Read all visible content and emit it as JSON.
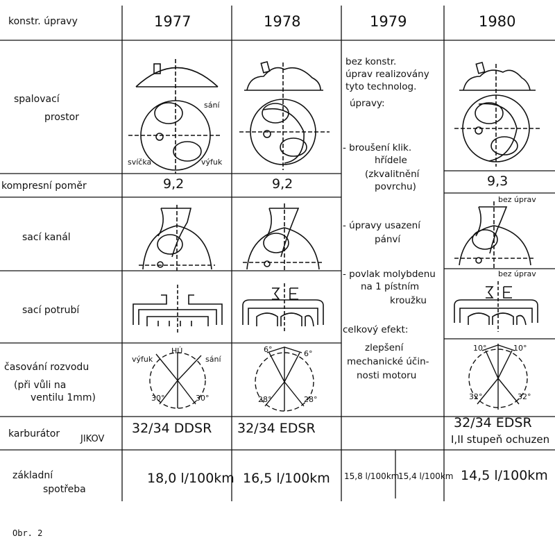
{
  "header": {
    "row_label": "konstr. úpravy",
    "years": [
      "1977",
      "1978",
      "1979",
      "1980"
    ]
  },
  "rows": {
    "spalovaci": {
      "label_1": "spalovací",
      "label_2": "prostor"
    },
    "kompresni": {
      "label": "kompresní poměr",
      "values": [
        "9,2",
        "9,2",
        "9,3"
      ]
    },
    "saci_kanal": {
      "label": "sací kanál"
    },
    "saci_potrubi": {
      "label": "sací potrubí"
    },
    "casovani": {
      "label_1": "časování rozvodu",
      "label_2": "(při vůli na",
      "label_3": "ventilu 1mm)"
    },
    "karburator": {
      "label_1": "karburátor",
      "label_2": "JIKOV",
      "c1977": "32/34 DDSR",
      "c1978": "32/34 EDSR",
      "c1980": "32/34 EDSR",
      "c1980_note": "I,II stupeň ochuzen"
    },
    "spotreba": {
      "label_1": "základní",
      "label_2": "spotřeba",
      "c1977": "18,0 l/100km",
      "c1978": "16,5 l/100km",
      "c1979a": "15,8 l/100km",
      "c1979b": "15,4 l/100km",
      "c1980": "14,5 l/100km"
    }
  },
  "drawing_labels": {
    "sani": "sání",
    "vyfuk": "výfuk",
    "svicka": "svíčka",
    "bez_uprav": "bez úprav",
    "hu": "HÚ",
    "angle_6": "6°",
    "angle_10": "10°",
    "angle_30": "30°",
    "angle_28": "28°",
    "angle_32": "32°"
  },
  "note_1979": {
    "l1": "bez konstr.",
    "l2": "úprav realizovány",
    "l3": "tyto technolog.",
    "l4": "úpravy:",
    "b1a": "- broušení klik.",
    "b1b": "hřídele",
    "b1c": "(zkvalitnění",
    "b1d": "povrchu)",
    "b2a": "- úpravy usazení",
    "b2b": "pánví",
    "b3a": "- povlak molybdenu",
    "b3b": "na 1 pístním",
    "b3c": "kroužku",
    "e1": "celkový efekt:",
    "e2": "zlepšení",
    "e3": "mechanické účin-",
    "e4": "nosti motoru"
  },
  "caption": "Obr. 2"
}
